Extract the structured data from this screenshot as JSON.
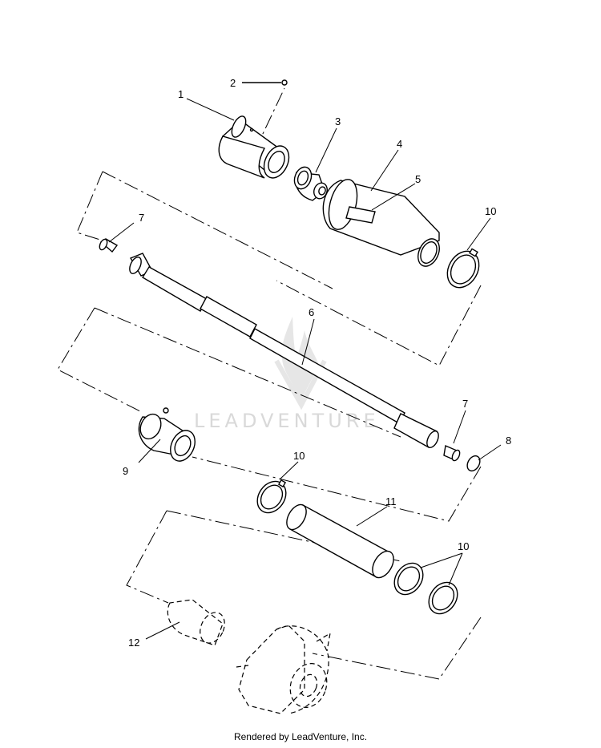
{
  "diagram": {
    "callouts": [
      {
        "id": "c1",
        "label": "1"
      },
      {
        "id": "c2",
        "label": "2"
      },
      {
        "id": "c3",
        "label": "3"
      },
      {
        "id": "c4",
        "label": "4"
      },
      {
        "id": "c5",
        "label": "5"
      },
      {
        "id": "c7a",
        "label": "7"
      },
      {
        "id": "c10a",
        "label": "10"
      },
      {
        "id": "c6",
        "label": "6"
      },
      {
        "id": "c7b",
        "label": "7"
      },
      {
        "id": "c8",
        "label": "8"
      },
      {
        "id": "c9",
        "label": "9"
      },
      {
        "id": "c10b",
        "label": "10"
      },
      {
        "id": "c11",
        "label": "11"
      },
      {
        "id": "c10c",
        "label": "10"
      },
      {
        "id": "c12",
        "label": "12"
      }
    ],
    "watermark": "LEADVENTURE",
    "footer": "Rendered by LeadVenture, Inc."
  }
}
